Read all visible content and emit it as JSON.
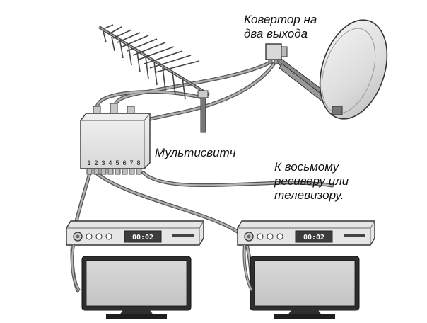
{
  "labels": {
    "converter": [
      "Ковертор на",
      "два выхода"
    ],
    "multiswitch": "Мультисвитч",
    "eighth_receiver": [
      "К восьмому",
      "ресиверу или",
      "телевизору."
    ]
  },
  "multiswitch_ports": [
    "1",
    "2",
    "3",
    "4",
    "5",
    "6",
    "7",
    "8"
  ],
  "receivers": [
    {
      "display": "00:02"
    },
    {
      "display": "00:02"
    }
  ],
  "colors": {
    "cable": "#9a9a9a",
    "cable_outline": "#4a4a4a",
    "device_body": "#e6e6e6",
    "display_bg": "#3c3c3c",
    "screen_bg": "#d2d2d2"
  }
}
